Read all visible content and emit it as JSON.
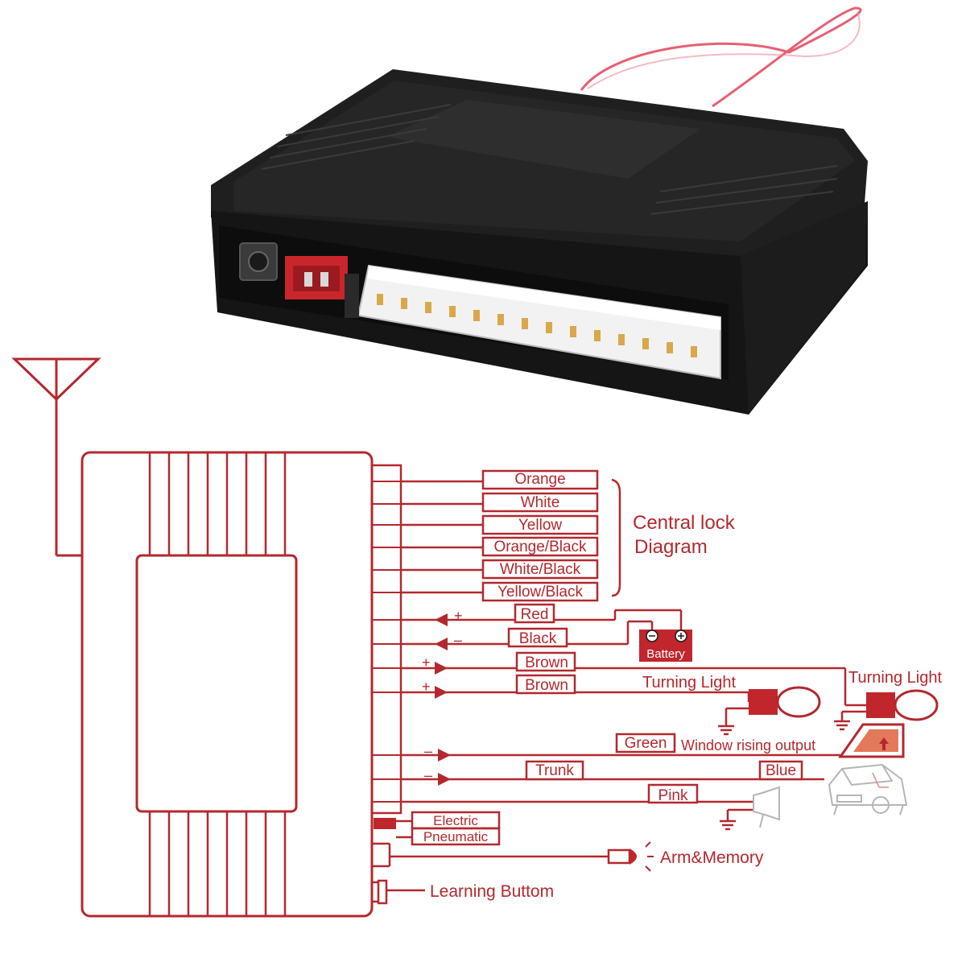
{
  "title": {
    "line1": "Central lock",
    "line2": "Diagram"
  },
  "wire_labels": {
    "orange": "Orange",
    "white": "White",
    "yellow": "Yellow",
    "orange_black": "Orange/Black",
    "white_black": "White/Black",
    "yellow_black": "Yellow/Black",
    "red": "Red",
    "black": "Black",
    "brown_1": "Brown",
    "brown_2": "Brown",
    "green": "Green",
    "trunk": "Trunk",
    "blue": "Blue",
    "pink": "Pink",
    "electric": "Electric",
    "pneumatic": "Pneumatic"
  },
  "signs": {
    "red": "+",
    "black": "–",
    "brown_1": "+",
    "brown_2": "+",
    "green": "–",
    "trunk": "–"
  },
  "component_labels": {
    "battery": "Battery",
    "battery_neg": "⊖",
    "battery_pos": "⊕",
    "turning_light_1": "Turning Light",
    "turning_light_2": "Turning Light",
    "window_output": "Window rising output",
    "arm_memory": "Arm&Memory",
    "learning_button": "Learning Buttom"
  },
  "colors": {
    "diagram": "#b3282e",
    "lamp_fill": "#c0262c",
    "device_body": "#1b1b1b",
    "connector_red": "#c9262c",
    "antenna_wire": "#e2435a"
  }
}
